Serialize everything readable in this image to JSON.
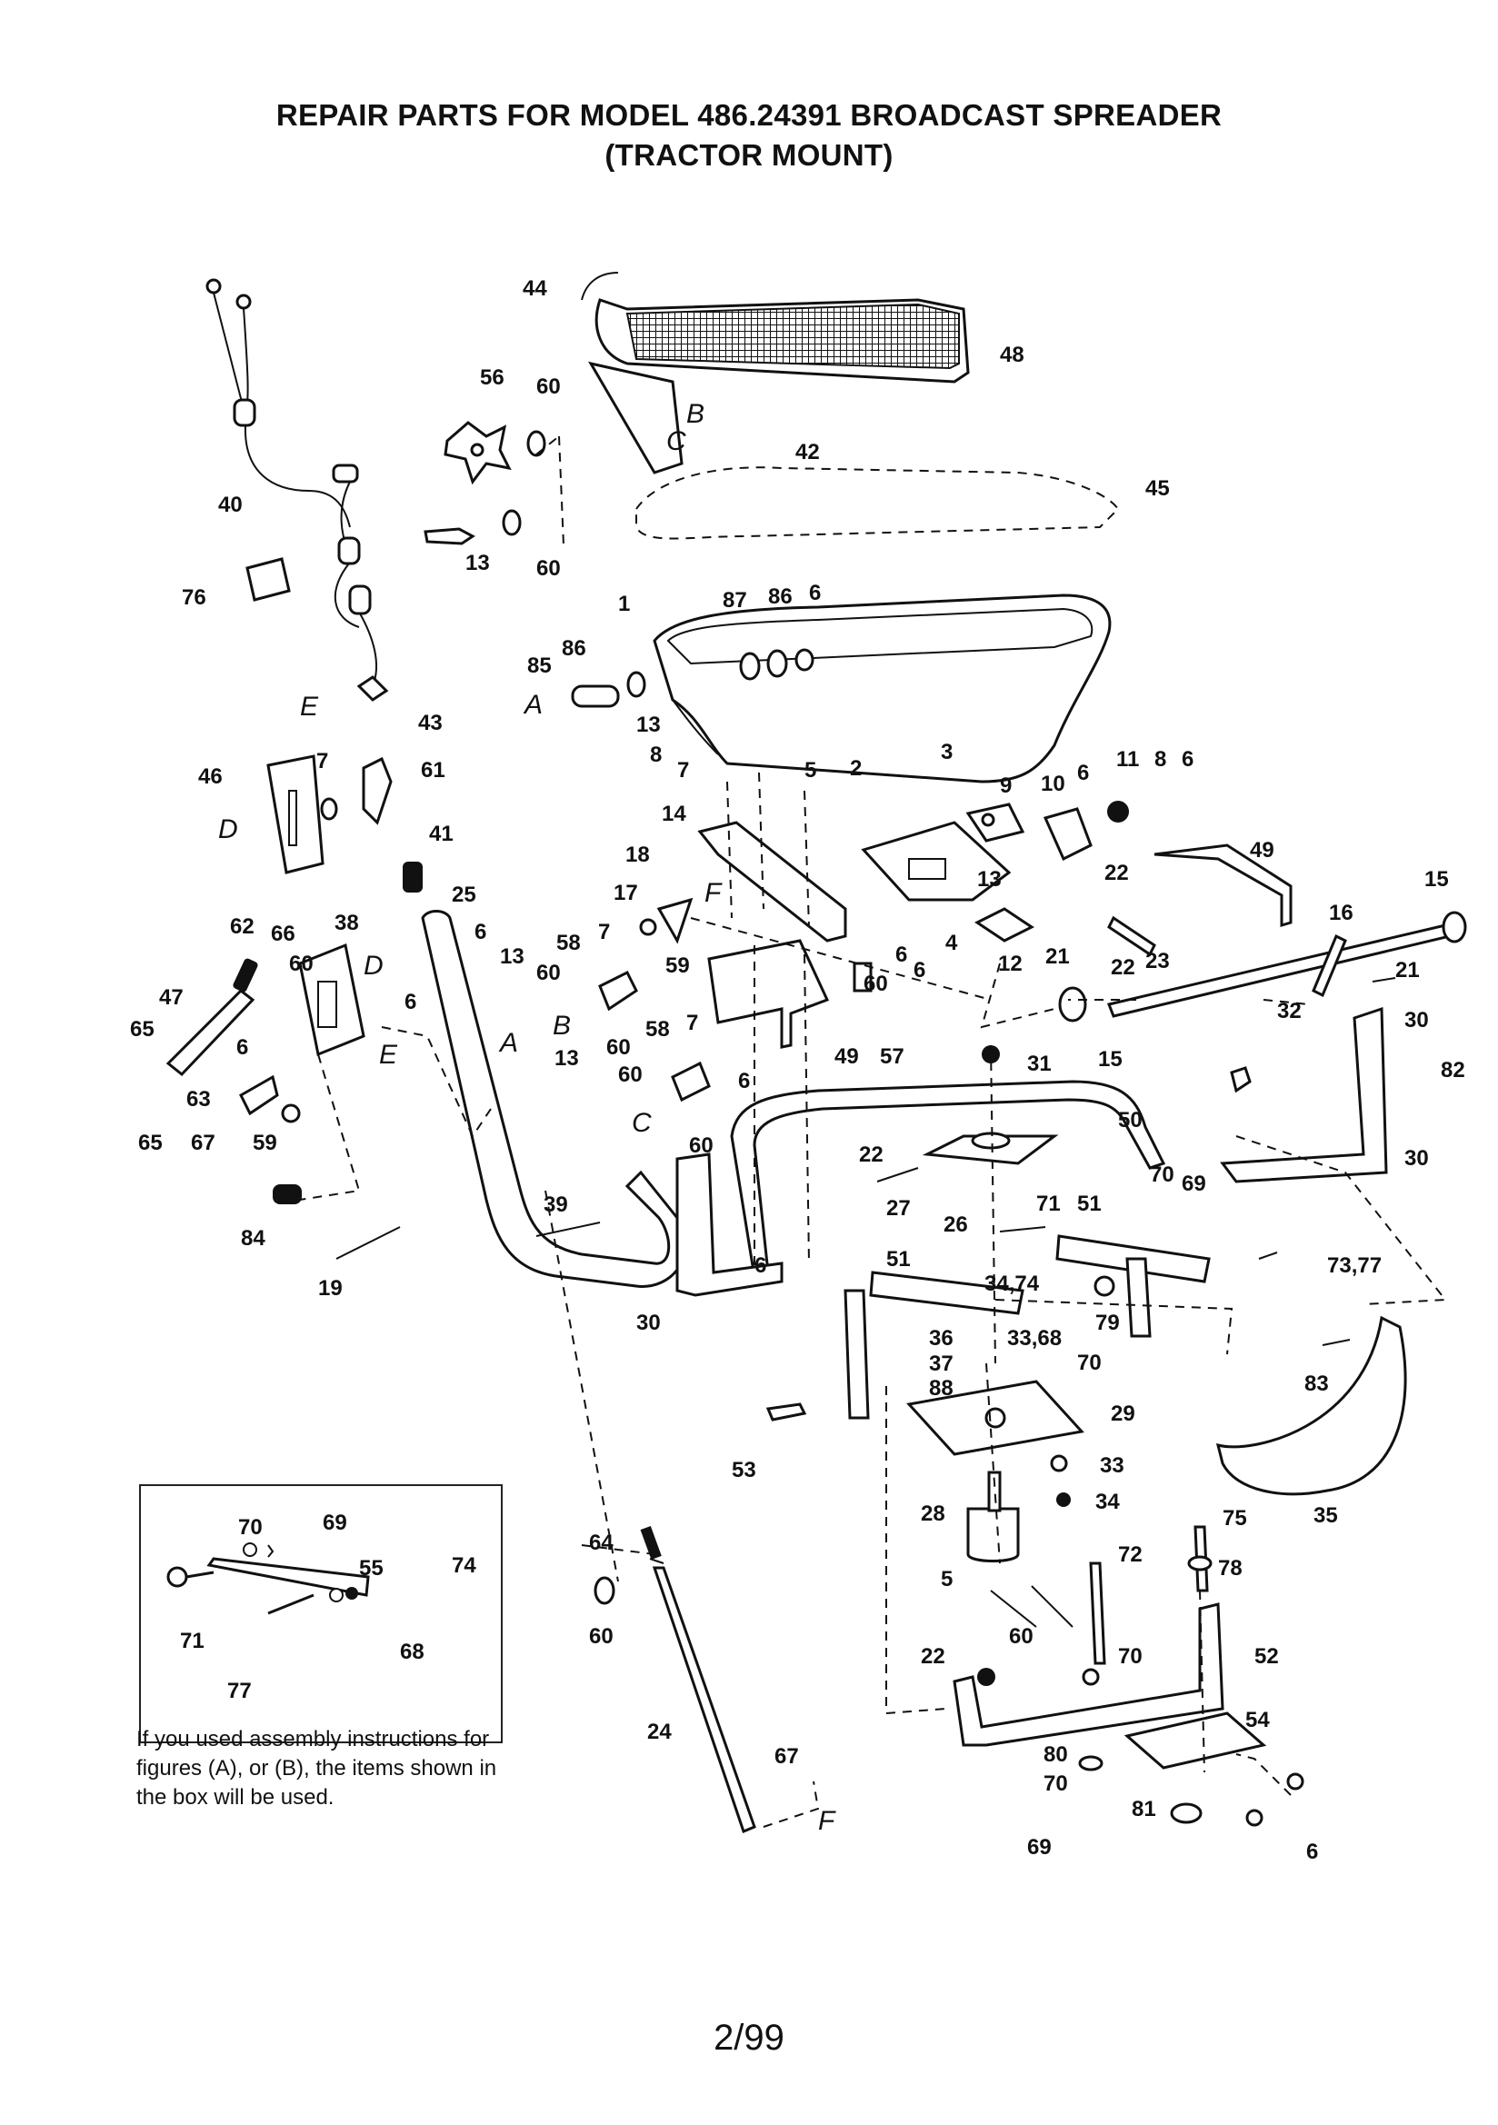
{
  "title": {
    "line1": "REPAIR PARTS FOR MODEL 486.24391 BROADCAST SPREADER",
    "line2": "(TRACTOR MOUNT)"
  },
  "callouts": [
    {
      "id": "c44",
      "text": "44"
    },
    {
      "id": "c48",
      "text": "48"
    },
    {
      "id": "c56",
      "text": "56"
    },
    {
      "id": "c60a",
      "text": "60"
    },
    {
      "id": "c42",
      "text": "42"
    },
    {
      "id": "c45",
      "text": "45"
    },
    {
      "id": "c40",
      "text": "40"
    },
    {
      "id": "c13a",
      "text": "13"
    },
    {
      "id": "c60b",
      "text": "60"
    },
    {
      "id": "c76",
      "text": "76"
    },
    {
      "id": "c1",
      "text": "1"
    },
    {
      "id": "c87",
      "text": "87"
    },
    {
      "id": "c86a",
      "text": "86"
    },
    {
      "id": "c6a",
      "text": "6"
    },
    {
      "id": "c85",
      "text": "85"
    },
    {
      "id": "c86b",
      "text": "86"
    },
    {
      "id": "c13b",
      "text": "13"
    },
    {
      "id": "c8a",
      "text": "8"
    },
    {
      "id": "c7a",
      "text": "7"
    },
    {
      "id": "c43",
      "text": "43"
    },
    {
      "id": "c3",
      "text": "3"
    },
    {
      "id": "c5a",
      "text": "5"
    },
    {
      "id": "c2",
      "text": "2"
    },
    {
      "id": "c9",
      "text": "9"
    },
    {
      "id": "c10",
      "text": "10"
    },
    {
      "id": "c6b",
      "text": "6"
    },
    {
      "id": "c11",
      "text": "11"
    },
    {
      "id": "c8b",
      "text": "8"
    },
    {
      "id": "c6c",
      "text": "6"
    },
    {
      "id": "c46",
      "text": "46"
    },
    {
      "id": "c7b",
      "text": "7"
    },
    {
      "id": "c61",
      "text": "61"
    },
    {
      "id": "c14",
      "text": "14"
    },
    {
      "id": "c41",
      "text": "41"
    },
    {
      "id": "c18",
      "text": "18"
    },
    {
      "id": "c13c",
      "text": "13"
    },
    {
      "id": "c22a",
      "text": "22"
    },
    {
      "id": "c49a",
      "text": "49"
    },
    {
      "id": "c25",
      "text": "25"
    },
    {
      "id": "c17",
      "text": "17"
    },
    {
      "id": "c15a",
      "text": "15"
    },
    {
      "id": "c62",
      "text": "62"
    },
    {
      "id": "c66",
      "text": "66"
    },
    {
      "id": "c38",
      "text": "38"
    },
    {
      "id": "c6d",
      "text": "6"
    },
    {
      "id": "c58a",
      "text": "58"
    },
    {
      "id": "c7c",
      "text": "7"
    },
    {
      "id": "c4",
      "text": "4"
    },
    {
      "id": "c12",
      "text": "12"
    },
    {
      "id": "c21a",
      "text": "21"
    },
    {
      "id": "c23",
      "text": "23"
    },
    {
      "id": "c16",
      "text": "16"
    },
    {
      "id": "c60c",
      "text": "60"
    },
    {
      "id": "c13d",
      "text": "13"
    },
    {
      "id": "c60d",
      "text": "60"
    },
    {
      "id": "c59a",
      "text": "59"
    },
    {
      "id": "c6e",
      "text": "6"
    },
    {
      "id": "c22b",
      "text": "22"
    },
    {
      "id": "c21b",
      "text": "21"
    },
    {
      "id": "c47",
      "text": "47"
    },
    {
      "id": "c6f",
      "text": "6"
    },
    {
      "id": "c60e",
      "text": "60"
    },
    {
      "id": "c6g",
      "text": "6"
    },
    {
      "id": "c30a",
      "text": "30"
    },
    {
      "id": "c65a",
      "text": "65"
    },
    {
      "id": "c6h",
      "text": "6"
    },
    {
      "id": "c7d",
      "text": "7"
    },
    {
      "id": "c58b",
      "text": "58"
    },
    {
      "id": "c60f",
      "text": "60"
    },
    {
      "id": "c15b",
      "text": "15"
    },
    {
      "id": "c32",
      "text": "32"
    },
    {
      "id": "c82",
      "text": "82"
    },
    {
      "id": "c13e",
      "text": "13"
    },
    {
      "id": "c60g",
      "text": "60"
    },
    {
      "id": "c49b",
      "text": "49"
    },
    {
      "id": "c57",
      "text": "57"
    },
    {
      "id": "c31",
      "text": "31"
    },
    {
      "id": "c63",
      "text": "63"
    },
    {
      "id": "c6i",
      "text": "6"
    },
    {
      "id": "c50",
      "text": "50"
    },
    {
      "id": "c65b",
      "text": "65"
    },
    {
      "id": "c67a",
      "text": "67"
    },
    {
      "id": "c59b",
      "text": "59"
    },
    {
      "id": "c60h",
      "text": "60"
    },
    {
      "id": "c22c",
      "text": "22"
    },
    {
      "id": "c30b",
      "text": "30"
    },
    {
      "id": "c70a",
      "text": "70"
    },
    {
      "id": "c69a",
      "text": "69"
    },
    {
      "id": "c27",
      "text": "27"
    },
    {
      "id": "c26",
      "text": "26"
    },
    {
      "id": "c71a",
      "text": "71"
    },
    {
      "id": "c84",
      "text": "84"
    },
    {
      "id": "c39",
      "text": "39"
    },
    {
      "id": "c51a",
      "text": "51"
    },
    {
      "id": "c6j",
      "text": "6"
    },
    {
      "id": "c51b",
      "text": "51"
    },
    {
      "id": "c7377",
      "text": "73,77"
    },
    {
      "id": "c19",
      "text": "19"
    },
    {
      "id": "c3474",
      "text": "34,74"
    },
    {
      "id": "c30c",
      "text": "30"
    },
    {
      "id": "c79",
      "text": "79"
    },
    {
      "id": "c3368",
      "text": "33,68"
    },
    {
      "id": "c36",
      "text": "36"
    },
    {
      "id": "c70b",
      "text": "70"
    },
    {
      "id": "c83",
      "text": "83"
    },
    {
      "id": "c37",
      "text": "37"
    },
    {
      "id": "c88",
      "text": "88"
    },
    {
      "id": "c29",
      "text": "29"
    },
    {
      "id": "c53",
      "text": "53"
    },
    {
      "id": "c33",
      "text": "33"
    },
    {
      "id": "c34",
      "text": "34"
    },
    {
      "id": "c35",
      "text": "35"
    },
    {
      "id": "c28",
      "text": "28"
    },
    {
      "id": "c75",
      "text": "75"
    },
    {
      "id": "c64",
      "text": "64"
    },
    {
      "id": "c72",
      "text": "72"
    },
    {
      "id": "c78",
      "text": "78"
    },
    {
      "id": "c5b",
      "text": "5"
    },
    {
      "id": "c60i",
      "text": "60"
    },
    {
      "id": "c60j",
      "text": "60"
    },
    {
      "id": "c22d",
      "text": "22"
    },
    {
      "id": "c70c",
      "text": "70"
    },
    {
      "id": "c52",
      "text": "52"
    },
    {
      "id": "c24",
      "text": "24"
    },
    {
      "id": "c54",
      "text": "54"
    },
    {
      "id": "c67b",
      "text": "67"
    },
    {
      "id": "c80",
      "text": "80"
    },
    {
      "id": "c70d",
      "text": "70"
    },
    {
      "id": "c81",
      "text": "81"
    },
    {
      "id": "c69b",
      "text": "69"
    },
    {
      "id": "c6k",
      "text": "6"
    },
    {
      "id": "i70",
      "text": "70"
    },
    {
      "id": "i69",
      "text": "69"
    },
    {
      "id": "i55",
      "text": "55"
    },
    {
      "id": "i74",
      "text": "74"
    },
    {
      "id": "i71",
      "text": "71"
    },
    {
      "id": "i68",
      "text": "68"
    },
    {
      "id": "i77",
      "text": "77"
    }
  ],
  "letters": [
    {
      "id": "lB1",
      "text": "B"
    },
    {
      "id": "lC1",
      "text": "C"
    },
    {
      "id": "lA1",
      "text": "A"
    },
    {
      "id": "lE1",
      "text": "E"
    },
    {
      "id": "lD1",
      "text": "D"
    },
    {
      "id": "lF1",
      "text": "F"
    },
    {
      "id": "lD2",
      "text": "D"
    },
    {
      "id": "lE2",
      "text": "E"
    },
    {
      "id": "lA2",
      "text": "A"
    },
    {
      "id": "lB2",
      "text": "B"
    },
    {
      "id": "lC2",
      "text": "C"
    },
    {
      "id": "lF2",
      "text": "F"
    }
  ],
  "inset_note": "If you used assembly instructions for figures (A), or (B), the items shown in the box will be used.",
  "footer": "2/99"
}
